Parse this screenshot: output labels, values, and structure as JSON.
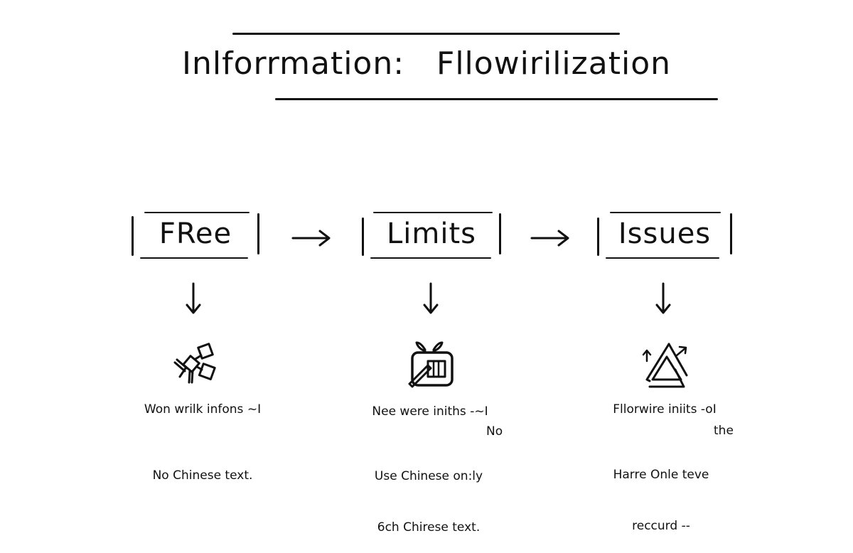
{
  "title": "Inlforrmation:   Fllowirilization",
  "stages": [
    {
      "label": "FRee",
      "icon": "satellite-icon",
      "caption": "Won wrilk infons ~I",
      "note_lines": [
        "No Chinese text."
      ],
      "superscript": ""
    },
    {
      "label": "Limits",
      "icon": "tv-screen-icon",
      "caption": "Nee were iniths -~I",
      "note_lines": [
        "Use Chinese on:ly",
        "6ch Chirese text."
      ],
      "superscript": "No"
    },
    {
      "label": "Issues",
      "icon": "warning-triangle-icon",
      "caption": "Fllorwire iniits -oI",
      "note_lines": [
        "Harre Onle teve",
        "reccurd --"
      ],
      "superscript": "the"
    }
  ],
  "connectors": {
    "horizontal": "right-arrow-icon",
    "vertical": "down-arrow-icon"
  }
}
